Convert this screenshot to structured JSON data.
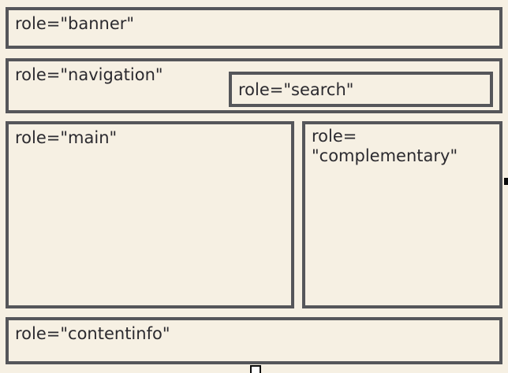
{
  "page": {
    "background_color": "#f6f0e3",
    "box_border_color": "#55565a",
    "text_color": "#2b2a2f"
  },
  "landmarks": {
    "banner": {
      "label": "role=\"banner\""
    },
    "navigation": {
      "label": "role=\"navigation\""
    },
    "search": {
      "label": "role=\"search\""
    },
    "main": {
      "label": "role=\"main\""
    },
    "complementary": {
      "label_line1": "role=",
      "label_line2": "\"complementary\""
    },
    "contentinfo": {
      "label": "role=\"contentinfo\""
    }
  },
  "artifacts": {
    "bottom_handle_icon": "resize-handle",
    "right_handle_icon": "resize-handle"
  }
}
